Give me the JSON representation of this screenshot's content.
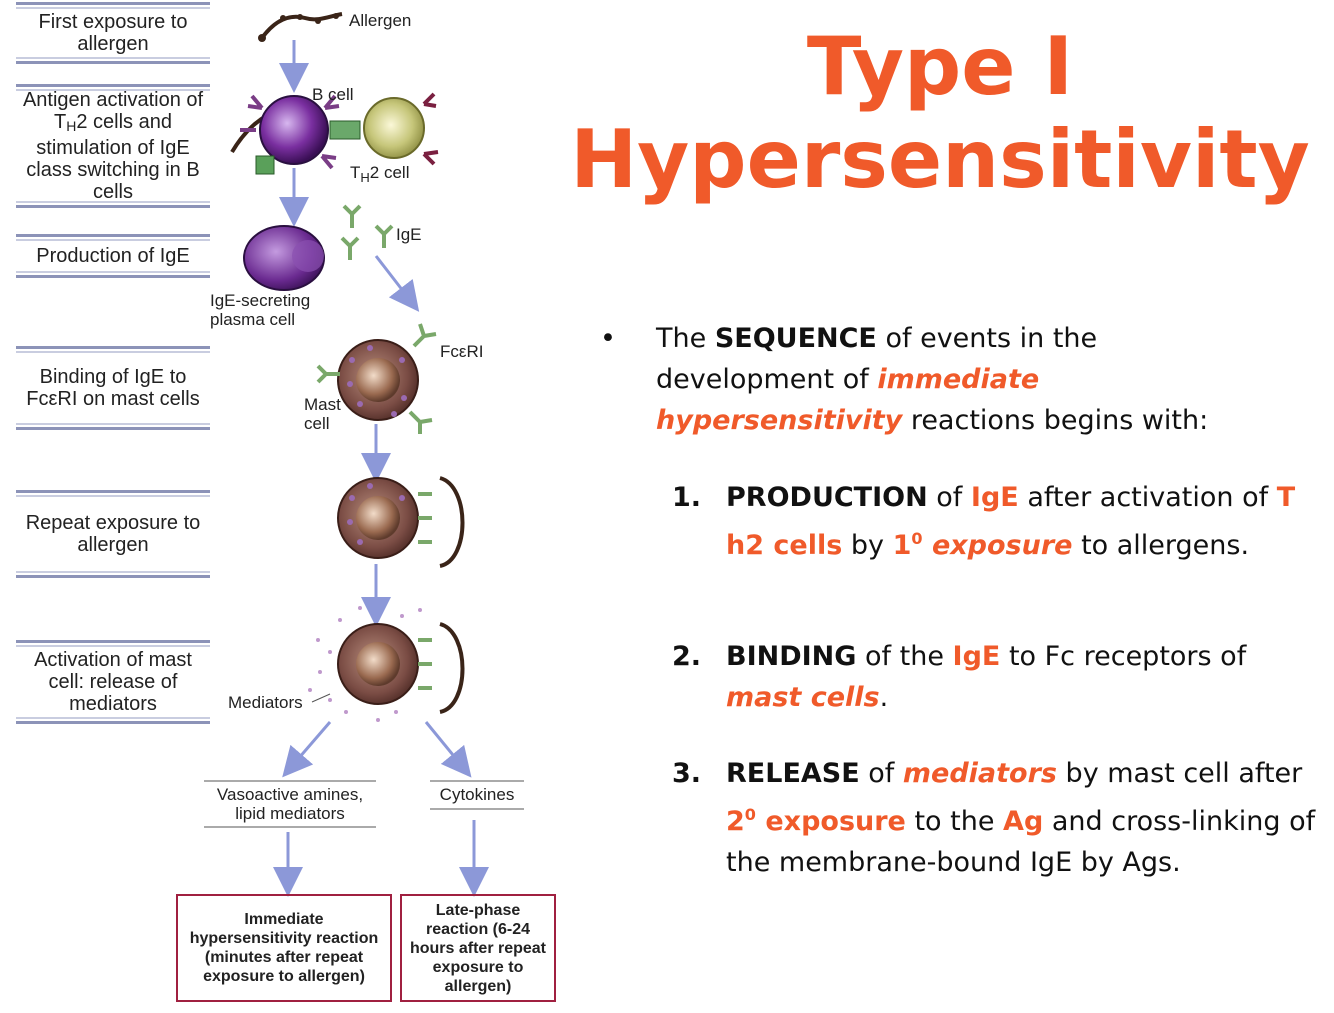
{
  "title": {
    "line1": "Type I",
    "line2": "Hypersensitivity"
  },
  "steps": [
    {
      "label": "First exposure to allergen"
    },
    {
      "label_a": "Antigen activation of T",
      "label_sub": "H",
      "label_b": "2 cells and stimulation of IgE class switching in B cells"
    },
    {
      "label": "Production of IgE"
    },
    {
      "label": "Binding of IgE to FcεRI on mast cells"
    },
    {
      "label": "Repeat exposure to allergen"
    },
    {
      "label": "Activation of mast cell: release of mediators"
    }
  ],
  "diagram_labels": {
    "allergen": "Allergen",
    "b_cell": "B cell",
    "th2_a": "T",
    "th2_sub": "H",
    "th2_b": "2 cell",
    "ige": "IgE",
    "plasma_1": "IgE-secreting",
    "plasma_2": "plasma cell",
    "fceri": "FcεRI",
    "mast_1": "Mast",
    "mast_2": "cell",
    "mediators": "Mediators"
  },
  "branches": {
    "vasoactive": "Vasoactive amines, lipid mediators",
    "cytokines": "Cytokines"
  },
  "outcomes": {
    "immediate": "Immediate hypersensitivity reaction (minutes after repeat exposure to allergen)",
    "late": "Late-phase reaction (6-24 hours after repeat exposure to allergen)"
  },
  "bullet": {
    "dot": "•",
    "t1": "The ",
    "t2": "SEQUENCE",
    "t3": " of events in the development of ",
    "t4": "immediate hypersensitivity",
    "t5": " reactions begins with:"
  },
  "items": [
    {
      "num": "1.",
      "p1": "PRODUCTION",
      "p2": " of ",
      "p3": "IgE",
      "p4": " after activation of ",
      "p5": "T h2 cells",
      "p6": " by ",
      "p7": "1",
      "p7sup": "0",
      "p8": " exposure",
      "p9": " to allergens."
    },
    {
      "num": "2.",
      "p1": "BINDING",
      "p2": " of the ",
      "p3": "IgE",
      "p4": " to Fc receptors of ",
      "p5": "mast cells",
      "p6": "."
    },
    {
      "num": "3.",
      "p1": "RELEASE",
      "p2": " of ",
      "p3": "mediators",
      "p4": " by mast cell after ",
      "p5": "2",
      "p5sup": "0",
      "p6": " exposure",
      "p7": " to the ",
      "p8": "Ag",
      "p9": " and cross-linking of the membrane-bound IgE by Ags."
    }
  ],
  "colors": {
    "accent": "#f05a2a",
    "outcome_border": "#a02040",
    "arrow": "#8c98d8",
    "step_rule": "#8c93b8"
  }
}
